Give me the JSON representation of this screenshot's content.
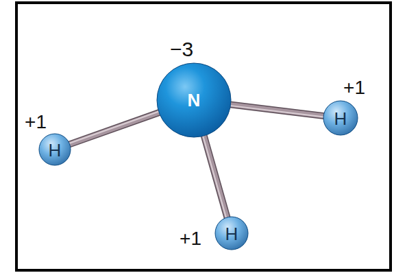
{
  "diagram": {
    "nodes": [
      {
        "text": [
          "−3",
          "N"
        ]
      },
      {
        "text": [
          "+1",
          "H"
        ]
      },
      {
        "text": [
          "+1",
          "H"
        ]
      },
      {
        "text": [
          "+1",
          "H"
        ]
      }
    ],
    "edges": [
      {
        "from": 0,
        "to": 1,
        "arrow": "none"
      },
      {
        "from": 0,
        "to": 2,
        "arrow": "none"
      },
      {
        "from": 0,
        "to": 3,
        "arrow": "none"
      }
    ]
  }
}
